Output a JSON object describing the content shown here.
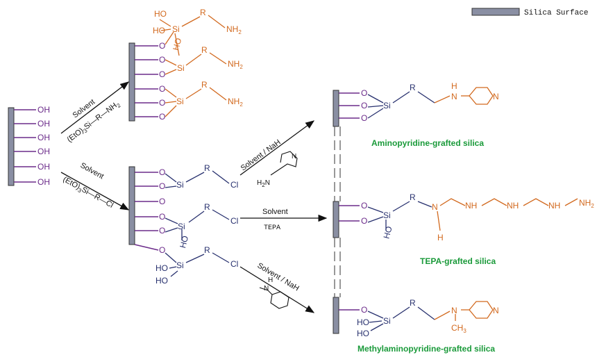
{
  "legend": {
    "label": "Silica Surface"
  },
  "colors": {
    "surface_fill": "#8a8fa3",
    "purple": "#6b2b8a",
    "orange": "#d2691e",
    "blue": "#27306e",
    "black": "#111111",
    "green": "#1a9a3a"
  },
  "labels": {
    "oh": "OH",
    "o": "O",
    "si": "Si",
    "r": "R",
    "nh2": "NH",
    "two": "2",
    "nh": "NH",
    "n": "N",
    "h": "H",
    "ho": "HO",
    "cl": "Cl",
    "ch3": "CH",
    "three": "3",
    "h2n": "H",
    "h2n_n": "N"
  },
  "reagents": {
    "r1_solvent": "Solvent",
    "r1_formula": "(EtO)",
    "r1_formula_sub": "3",
    "r1_formula_rest": "Si—R—NH",
    "r1_formula_sub2": "2",
    "r2_solvent": "Solvent",
    "r2_formula": "(EtO)",
    "r2_formula_sub": "3",
    "r2_formula_rest": "Si—R—Cl",
    "r3_label": "Solvent / NaH",
    "r4_solvent": "Solvent",
    "r4_tepa": "TEPA",
    "r5_label": "Solvent / NaH"
  },
  "products": {
    "p1": "Aminopyridine-grafted silica",
    "p2": "TEPA-grafted silica",
    "p3": "Methylaminopyridine-grafted silica"
  }
}
